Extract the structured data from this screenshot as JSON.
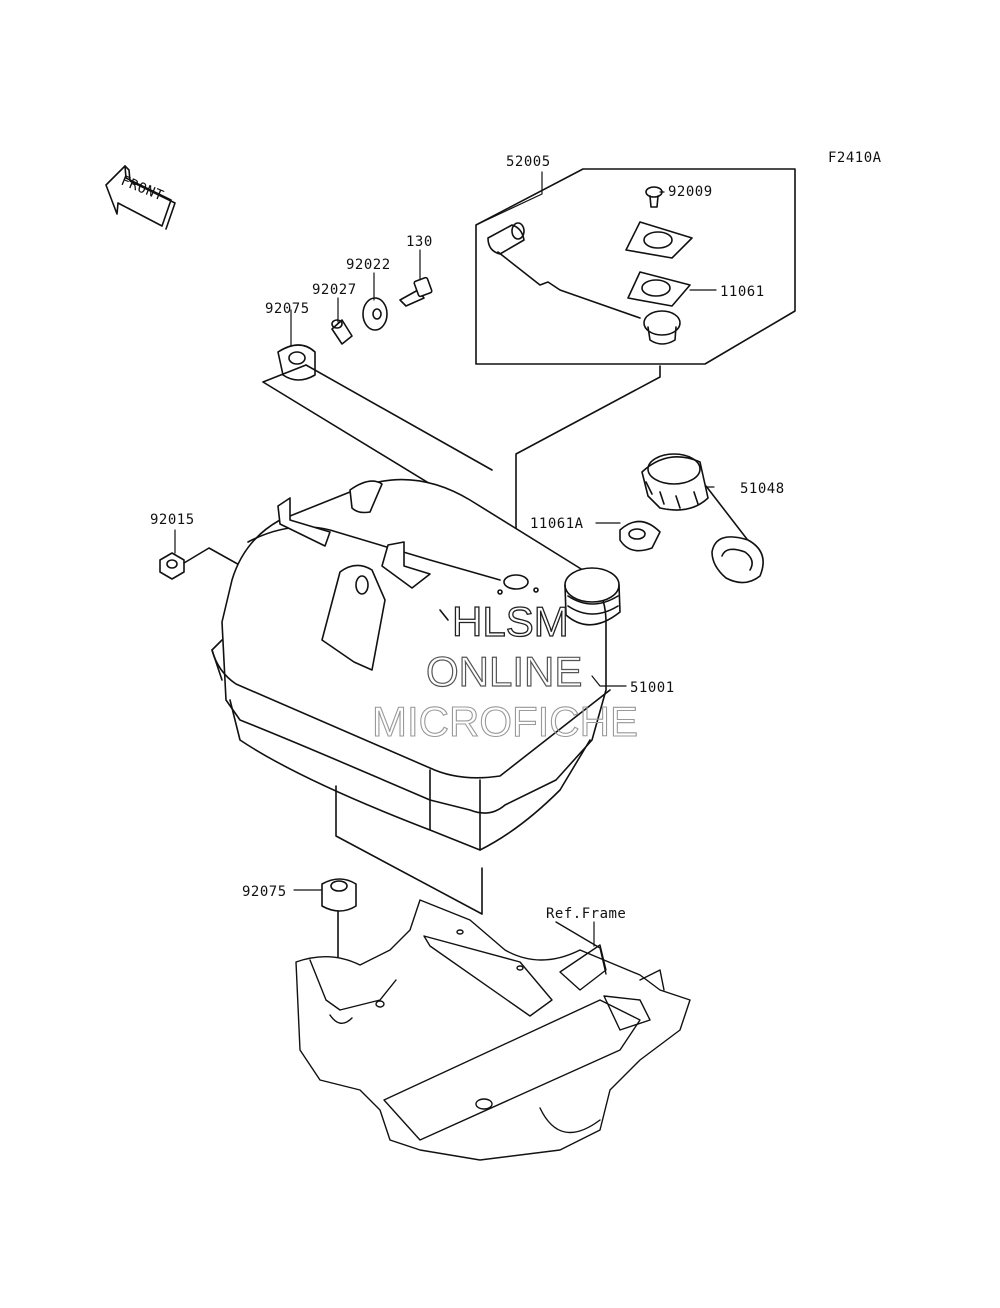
{
  "figure_code": "F2410A",
  "front_label": "FRONT",
  "ref_frame_label": "Ref.Frame",
  "parts": {
    "p52005": "52005",
    "p92009": "92009",
    "p11061": "11061",
    "p130": "130",
    "p92022": "92022",
    "p92027": "92027",
    "p92075_top": "92075",
    "p51048": "51048",
    "p92015": "92015",
    "p11061a": "11061A",
    "p51001": "51001",
    "p92075_bottom": "92075"
  },
  "watermark": {
    "line1": "HLSM",
    "line2": "ONLINE",
    "line3": "MICROFICHE"
  }
}
